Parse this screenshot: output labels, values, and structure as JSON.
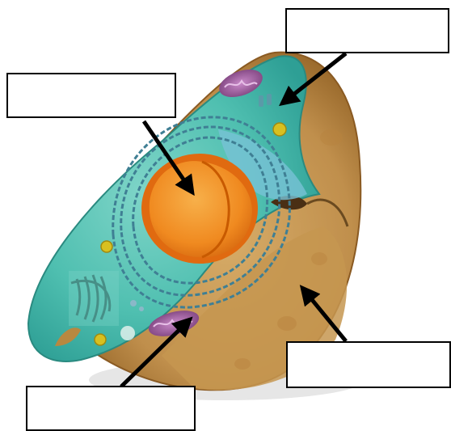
{
  "diagram": {
    "label_boxes": [
      {
        "id": "top-right",
        "text": ""
      },
      {
        "id": "top-left",
        "text": ""
      },
      {
        "id": "bottom-right",
        "text": ""
      },
      {
        "id": "bottom-left",
        "text": ""
      }
    ],
    "colors": {
      "cytoplasm": "#4fbfb0",
      "cytoplasm_dark": "#2e9f95",
      "membrane_tan": "#c99a55",
      "membrane_dark": "#9a6a2c",
      "nucleus": "#f08a20",
      "nucleus_light": "#f7b04a",
      "er": "#3f8a9a",
      "mitochondria": "#9a5a9a",
      "arrow": "#000000",
      "box_border": "#000000"
    }
  }
}
